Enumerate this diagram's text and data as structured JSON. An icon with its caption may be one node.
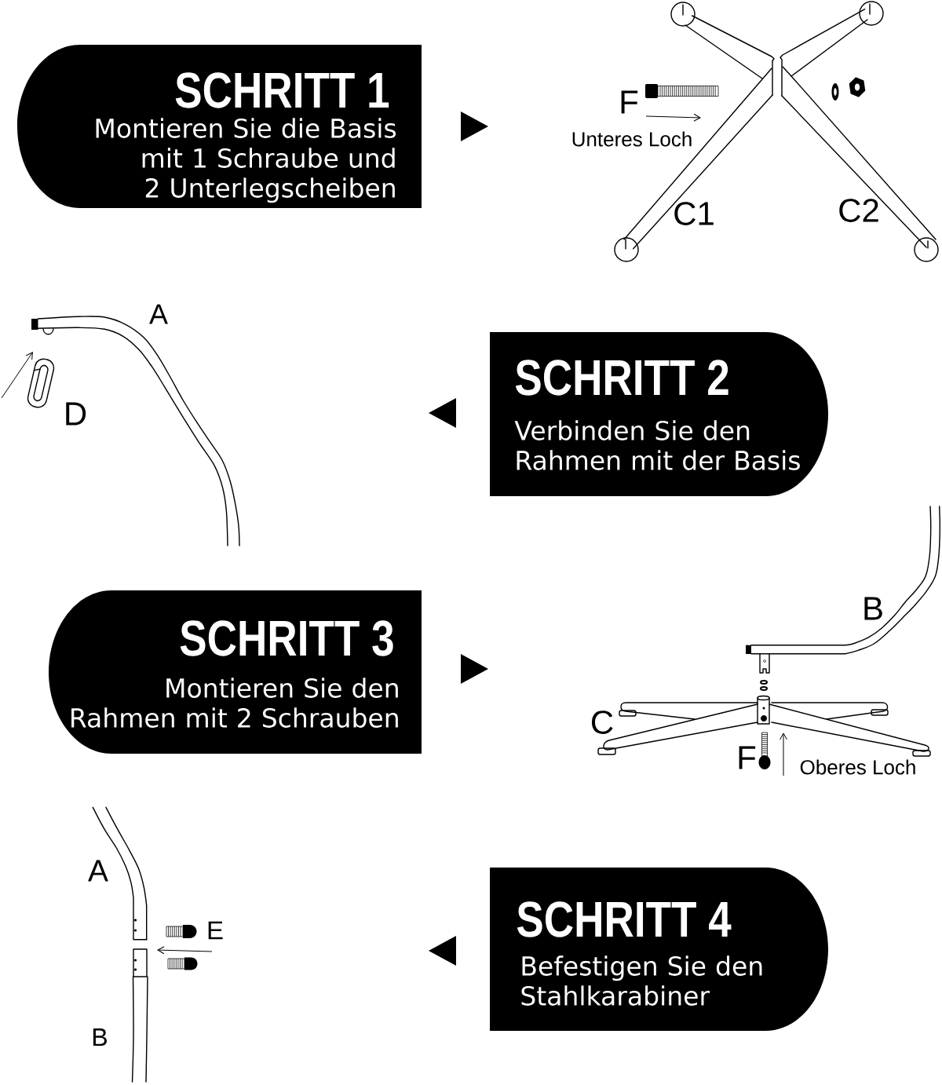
{
  "diagram": {
    "nodes": [
      {
        "text": [
          "SCHRITT 1",
          "Montieren Sie die Basis mit 1 Schraube und 2 Unterlegscheiben"
        ]
      },
      {
        "text": [
          "SCHRITT 2",
          "Verbinden Sie den Rahmen mit der Basis"
        ]
      },
      {
        "text": [
          "SCHRITT 3",
          "Montieren Sie den Rahmen mit 2 Schrauben"
        ]
      },
      {
        "text": [
          "SCHRITT 4",
          "Befestigen Sie den Stahlkarabiner"
        ]
      }
    ],
    "labels": [
      "F",
      "Unteres Loch",
      "C1",
      "C2",
      "A",
      "D",
      "B",
      "C",
      "F",
      "Oberes Loch",
      "A",
      "E",
      "B"
    ]
  }
}
